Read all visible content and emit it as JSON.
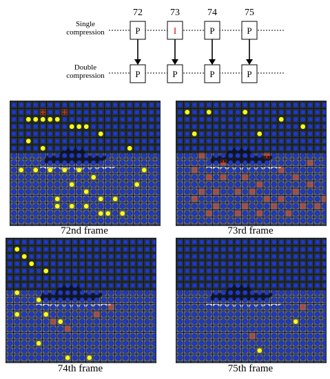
{
  "diagram": {
    "frame_numbers": [
      "72",
      "73",
      "74",
      "75"
    ],
    "row_single": [
      "Single",
      "compression"
    ],
    "row_double": [
      "Double",
      "compression"
    ],
    "single_boxes": [
      "P",
      "I",
      "P",
      "P"
    ],
    "double_boxes": [
      "P",
      "P",
      "P",
      "P"
    ],
    "i_frame_color": "#d40000"
  },
  "panels": [
    {
      "caption": "72nd frame"
    },
    {
      "caption": "73rd frame"
    },
    {
      "caption": "74th frame"
    },
    {
      "caption": "75th frame"
    }
  ],
  "colors": {
    "grid_bg": "#1c2a52",
    "circle_blue": "#1f38c8",
    "circle_yellow": "#ffff1a",
    "cross_red": "#e23010",
    "scene_water": "#9aa0ad",
    "scene_dark": "#2e3828"
  }
}
